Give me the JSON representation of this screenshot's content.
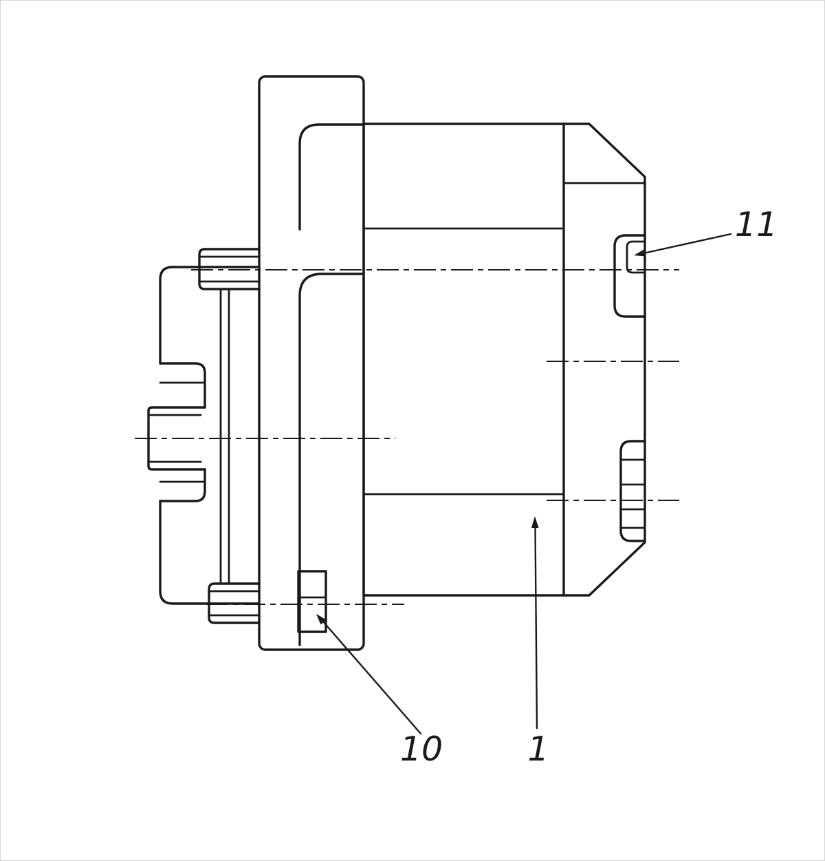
{
  "figure": {
    "callouts": [
      {
        "label": "11"
      },
      {
        "label": "10"
      },
      {
        "label": "1"
      }
    ],
    "colors": {
      "line": "#1a1a1a",
      "background": "#ffffff"
    }
  }
}
